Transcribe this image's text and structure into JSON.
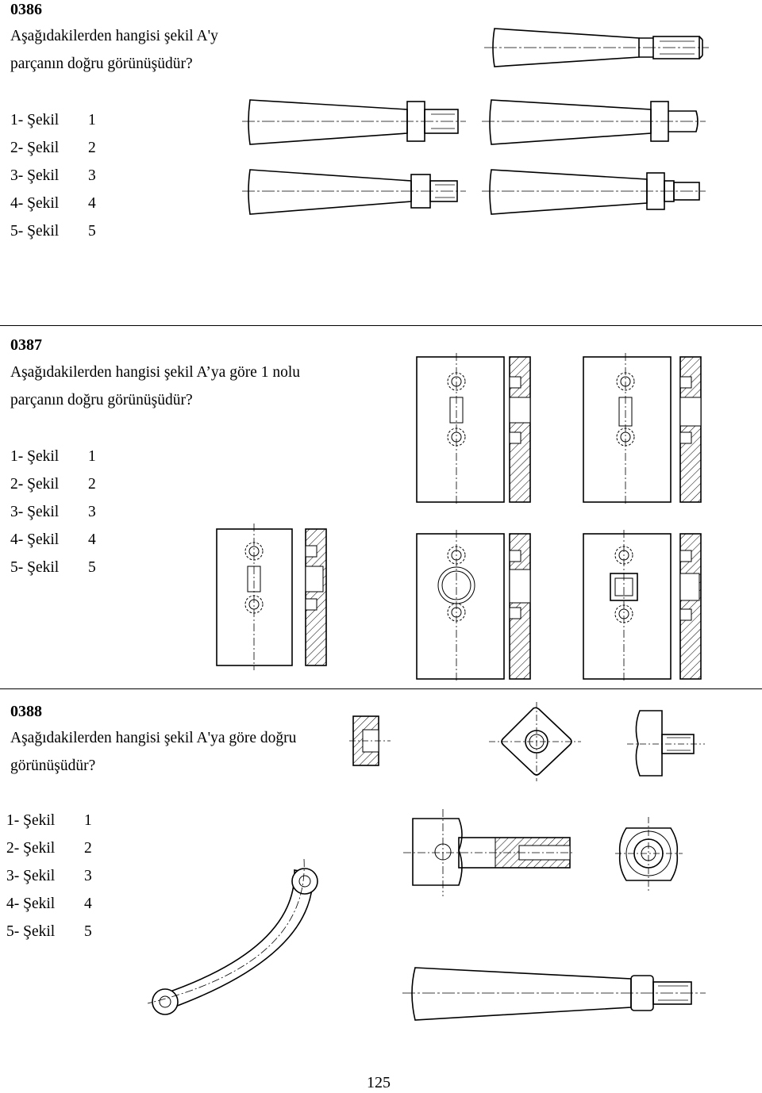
{
  "questions": [
    {
      "number": "0386",
      "text_line1": "Aşağıdakilerden hangisi şekil A'y",
      "text_line2": "parçanın doğru görünüşüdür?",
      "options": [
        {
          "label": "1- Şekil",
          "value": "1"
        },
        {
          "label": "2- Şekil",
          "value": "2"
        },
        {
          "label": "3- Şekil",
          "value": "3"
        },
        {
          "label": "4- Şekil",
          "value": "4"
        },
        {
          "label": "5- Şekil",
          "value": "5"
        }
      ]
    },
    {
      "number": "0387",
      "text_line1": "Aşağıdakilerden hangisi şekil A’ya göre 1 nolu",
      "text_line2": "parçanın doğru görünüşüdür?",
      "options": [
        {
          "label": "1- Şekil",
          "value": "1"
        },
        {
          "label": "2- Şekil",
          "value": "2"
        },
        {
          "label": "3- Şekil",
          "value": "3"
        },
        {
          "label": "4- Şekil",
          "value": "4"
        },
        {
          "label": "5- Şekil",
          "value": "5"
        }
      ]
    },
    {
      "number": "0388",
      "text_line1": "Aşağıdakilerden hangisi şekil A'ya göre doğru",
      "text_line2": "görünüşüdür?",
      "options": [
        {
          "label": "1- Şekil",
          "value": "1"
        },
        {
          "label": "2- Şekil",
          "value": "2"
        },
        {
          "label": "3- Şekil",
          "value": "3"
        },
        {
          "label": "4- Şekil",
          "value": "4"
        },
        {
          "label": "5- Şekil",
          "value": "5"
        }
      ]
    }
  ],
  "page_number": "125"
}
